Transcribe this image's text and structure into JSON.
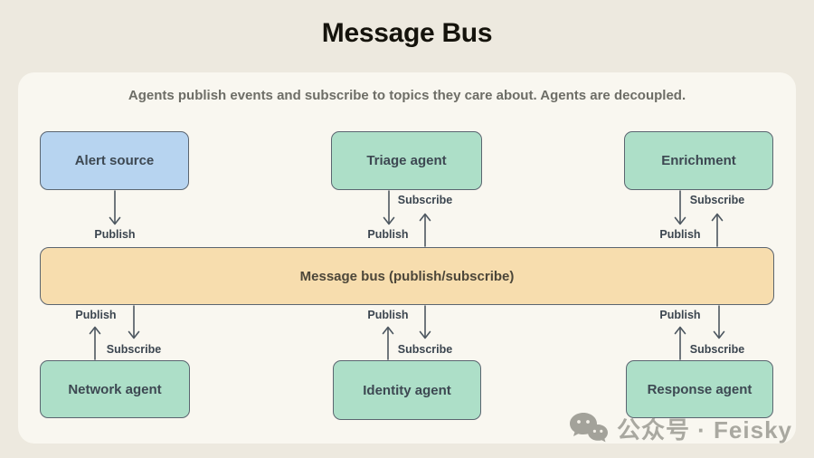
{
  "title": "Message Bus",
  "subtitle": "Agents publish events and subscribe to topics they care about. Agents are decoupled.",
  "bus": {
    "label": "Message bus (publish/subscribe)"
  },
  "nodes": {
    "alert_source": {
      "label": "Alert source"
    },
    "triage_agent": {
      "label": "Triage agent"
    },
    "enrichment": {
      "label": "Enrichment"
    },
    "network_agent": {
      "label": "Network agent"
    },
    "identity_agent": {
      "label": "Identity agent"
    },
    "response_agent": {
      "label": "Response agent"
    }
  },
  "flow_labels": {
    "publish": "Publish",
    "subscribe": "Subscribe"
  },
  "watermark": {
    "text": "公众号 · Feisky",
    "icon": "wechat-icon"
  },
  "colors": {
    "page_bg": "#ede9df",
    "panel_bg": "#f9f7f0",
    "node_blue": "#b7d4f0",
    "node_green": "#addfc8",
    "bus_orange": "#f7ddae",
    "border": "#5b6570",
    "arrow": "#4d5760",
    "title_text": "#15130c",
    "subtitle_text": "#6d6d66",
    "node_text": "#3d4852"
  }
}
